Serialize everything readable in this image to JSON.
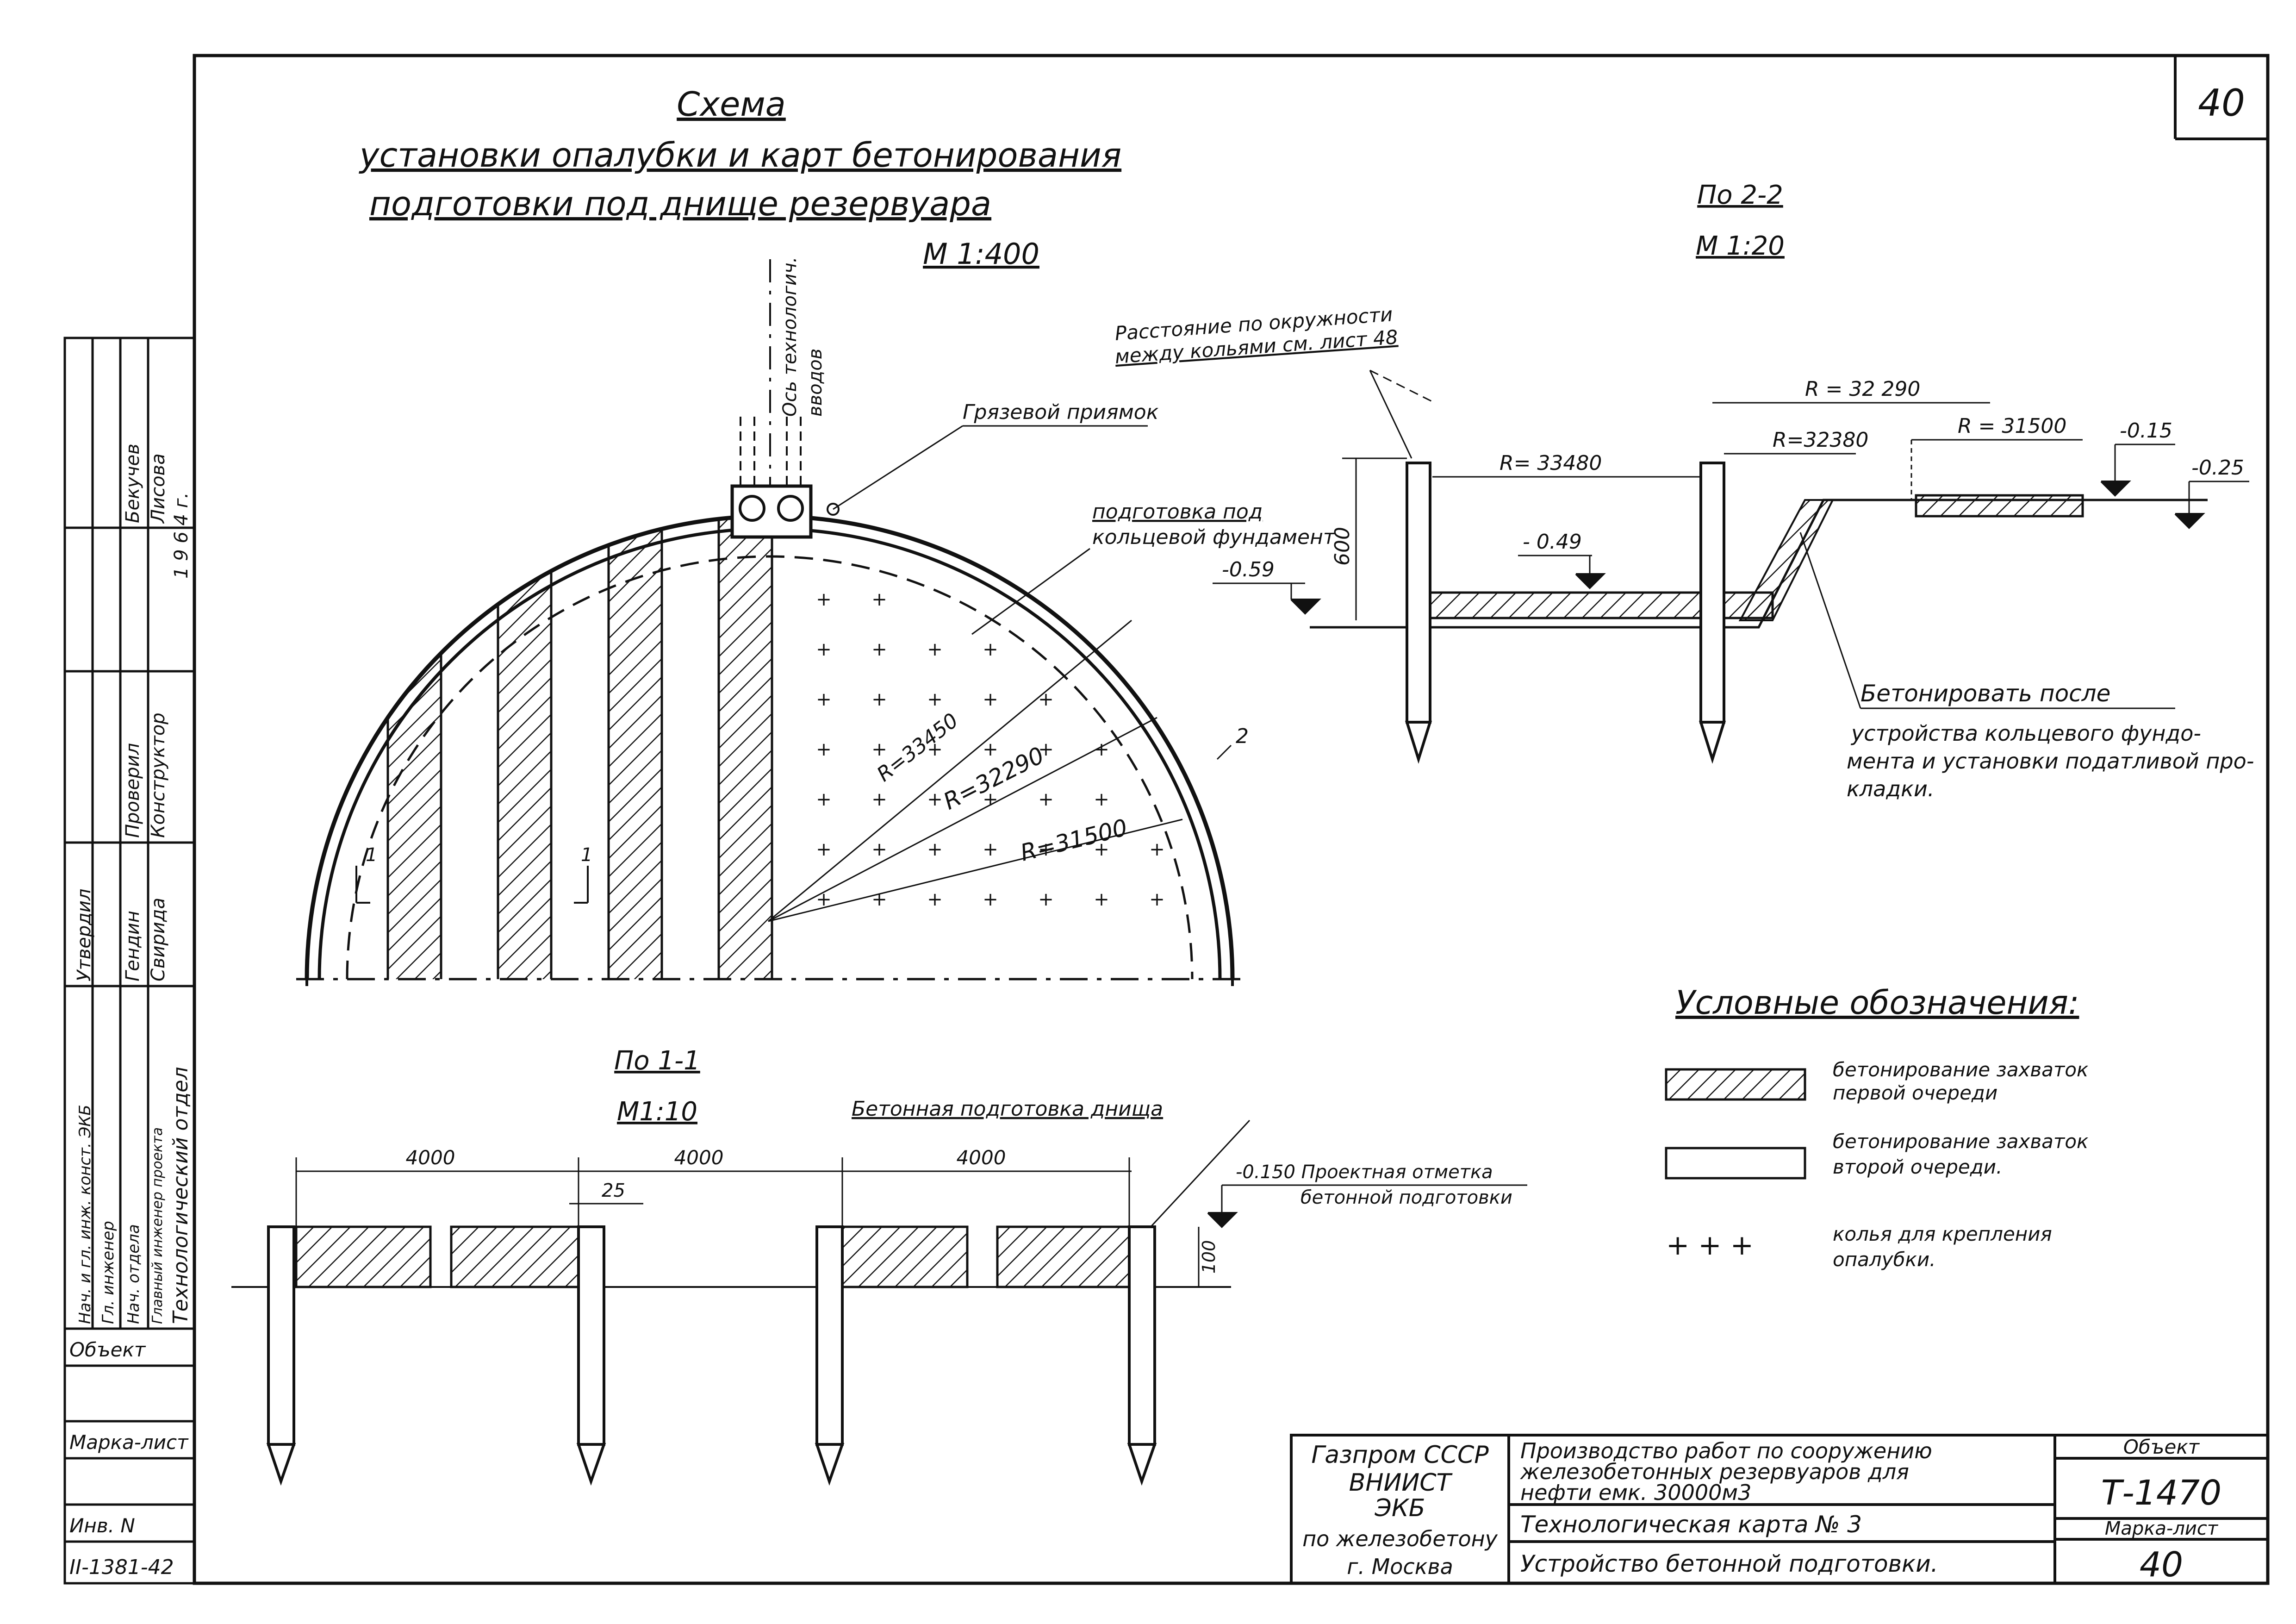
{
  "sheet_number": "40",
  "title": {
    "line1": "Схема",
    "line2": "установки опалубки и карт бетонирования",
    "line3": "подготовки под днище резервуара",
    "scale": "М 1:400"
  },
  "plan": {
    "axis_label_1": "Ось технологич.",
    "axis_label_2": "вводов",
    "sump_label": "Грязевой приямок",
    "ring_prep_label_1": "подготовка под",
    "ring_prep_label_2": "кольцевой фундамент",
    "radius_1": "R=33450",
    "radius_2": "R=32290",
    "radius_3": "R=31500",
    "callout_2": "2",
    "section_mark_left": "1",
    "section_mark_right": "1"
  },
  "section_22": {
    "title": "По 2-2",
    "scale": "М 1:20",
    "note_distance_1": "Расстояние по окружности",
    "note_distance_2": "между кольями см. лист 48",
    "r_32290": "R = 32 290",
    "r_32380": "R=32380",
    "r_31500": "R = 31500",
    "r_33480": "R= 33480",
    "dim_600": "600",
    "elev_015": "-0.15",
    "elev_025": "-0.25",
    "elev_049": "- 0.49",
    "elev_059": "-0.59",
    "note_1": "Бетонировать после",
    "note_2": "устройства кольцевого фундо-",
    "note_3": "мента и установки податливой про-",
    "note_4": "кладки."
  },
  "section_11": {
    "title": "По 1-1",
    "scale": "М1:10",
    "concrete_label": "Бетонная подготовка днища",
    "dim_1": "4000",
    "dim_2": "4000",
    "dim_3": "4000",
    "dim_25": "25",
    "dim_100": "100",
    "design_mark_1": "-0.150 Проектная отметка",
    "design_mark_2": "бетонной подготовки"
  },
  "legend": {
    "title": "Условные обозначения:",
    "item1_line1": "бетонирование захваток",
    "item1_line2": "первой очереди",
    "item2_line1": "бетонирование захваток",
    "item2_line2": "второй очереди.",
    "item3_line1": "колья для крепления",
    "item3_line2": "опалубки."
  },
  "side_stamp": {
    "row1_role": "Нач. и гл. инж. конст. ЭКБ",
    "row2_role": "Гл. инженер",
    "row3_role": "Нач. отдела",
    "row4_role": "Главный инженер проекта",
    "col_utv": "Утвердил",
    "name_gendin": "Гендин",
    "name_svirida": "Свирида",
    "col_prov": "Проверил",
    "col_konstr": "Конструктор",
    "name_bekuchev": "Бекучев",
    "name_lisova": "Лисова",
    "year": "1 9 6 4 г.",
    "department": "Технологический отдел",
    "obekt": "Объект",
    "marka_list": "Марка-лист",
    "inv": "Инв. N",
    "inv_num": "II-1381-42"
  },
  "title_block": {
    "org_1": "Газпром СССР",
    "org_2": "ВНИИСТ",
    "org_3": "ЭКБ",
    "org_4": "по железобетону",
    "org_5": "г. Москва",
    "desc_1": "Производство работ по сооружению",
    "desc_2": "железобетонных резервуаров для",
    "desc_3": "нефти емк. 30000м3",
    "tech_map": "Технологическая карта № 3",
    "subject": "Устройство бетонной подготовки.",
    "obekt_label": "Объект",
    "obekt_value": "Т-1470",
    "marka_label": "Марка-лист",
    "marka_value": "40"
  }
}
